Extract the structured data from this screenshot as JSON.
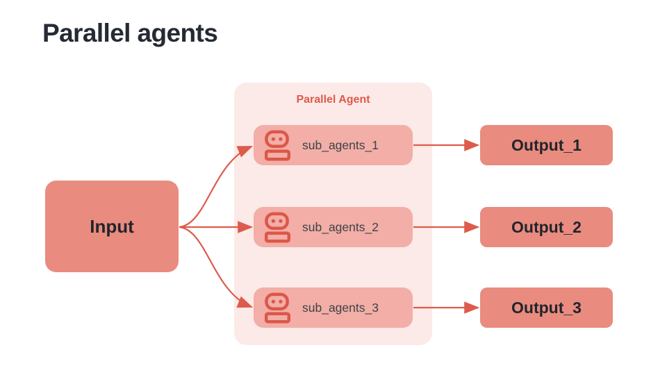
{
  "title": "Parallel agents",
  "colors": {
    "accent_red": "#dd5b4c",
    "group_background": "#fbeae7",
    "subagent_background": "#f2aea7",
    "node_background": "#e98b7f",
    "title_text": "#252a33",
    "subagent_text": "#3e4347",
    "node_text": "#21252b"
  },
  "diagram": {
    "input": {
      "label": "Input"
    },
    "group": {
      "label": "Parallel Agent",
      "sub_agents": [
        {
          "label": "sub_agents_1",
          "icon": "robot-icon"
        },
        {
          "label": "sub_agents_2",
          "icon": "robot-icon"
        },
        {
          "label": "sub_agents_3",
          "icon": "robot-icon"
        }
      ]
    },
    "outputs": [
      {
        "label": "Output_1"
      },
      {
        "label": "Output_2"
      },
      {
        "label": "Output_3"
      }
    ]
  }
}
